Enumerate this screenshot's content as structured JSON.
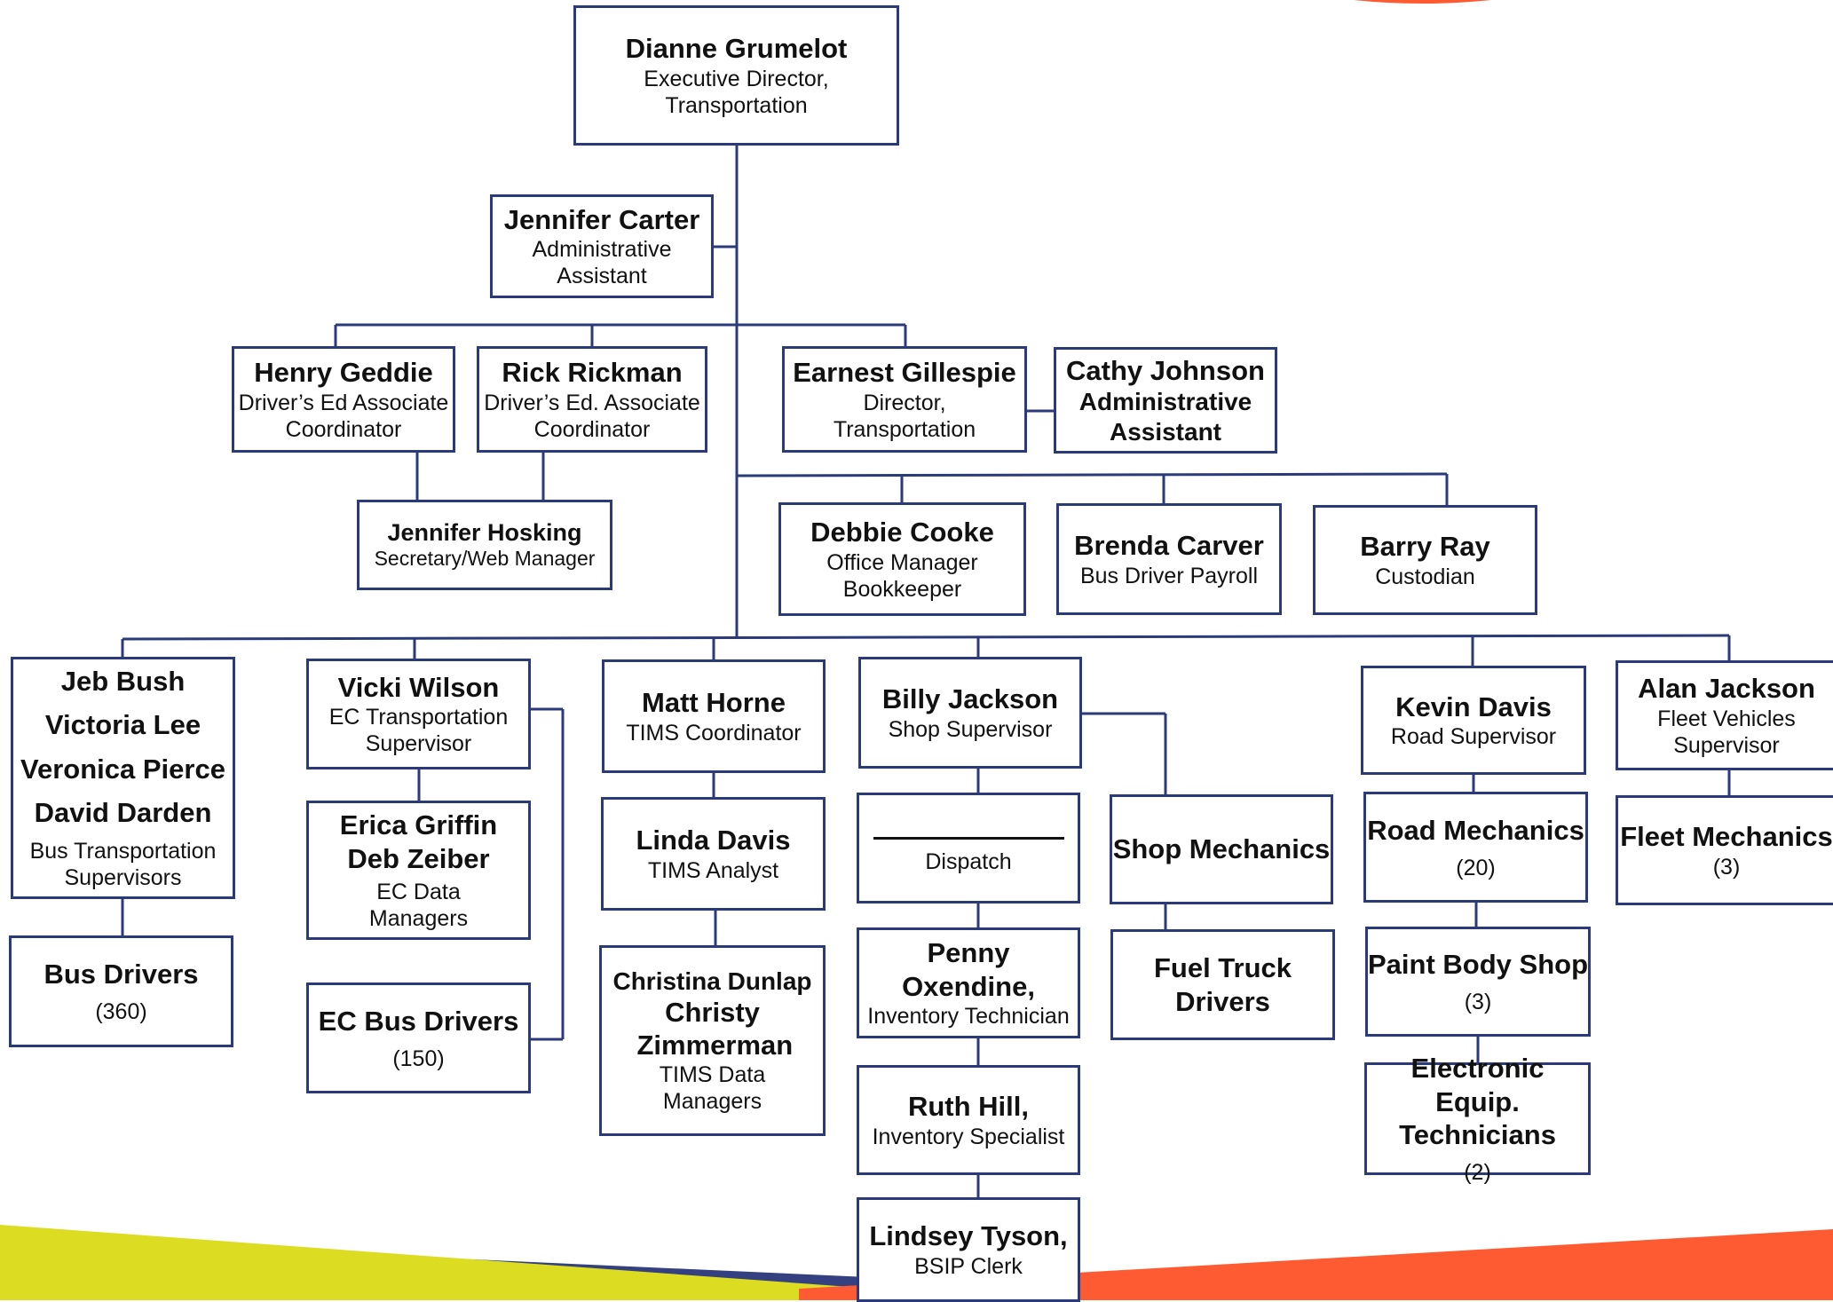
{
  "top": {
    "name": "Dianne Grumelot",
    "title": "Executive Director, Transportation"
  },
  "admin_assistant": {
    "name": "Jennifer Carter",
    "title": "Administrative Assistant"
  },
  "row2": {
    "henry": {
      "name": "Henry Geddie",
      "title1": "Driver’s Ed Associate",
      "title2": "Coordinator"
    },
    "rick": {
      "name": "Rick Rickman",
      "title1": "Driver’s Ed. Associate",
      "title2": "Coordinator"
    },
    "earnest": {
      "name": "Earnest Gillespie",
      "title": "Director, Transportation"
    },
    "cathy": {
      "name": "Cathy Johnson",
      "title": "Administrative Assistant"
    }
  },
  "row3": {
    "jennifer_hosking": {
      "name": "Jennifer Hosking",
      "title": "Secretary/Web Manager"
    },
    "debbie": {
      "name": "Debbie Cooke",
      "title1": "Office Manager",
      "title2": "Bookkeeper"
    },
    "brenda": {
      "name": "Brenda Carver",
      "title": "Bus Driver Payroll"
    },
    "barry": {
      "name": "Barry Ray",
      "title": "Custodian"
    }
  },
  "bus_supervisors": {
    "names": [
      "Jeb Bush",
      "Victoria Lee",
      "Veronica Pierce",
      "David Darden"
    ],
    "title": "Bus Transportation Supervisors"
  },
  "bus_drivers": {
    "label": "Bus Drivers",
    "count": "(360)"
  },
  "vicki": {
    "name": "Vicki Wilson",
    "title": "EC Transportation Supervisor"
  },
  "ec_managers": {
    "name1": "Erica Griffin",
    "name2": "Deb Zeiber",
    "title": "EC Data Managers"
  },
  "ec_bus_drivers": {
    "label": "EC Bus Drivers",
    "count": "(150)"
  },
  "matt": {
    "name": "Matt Horne",
    "title": "TIMS Coordinator"
  },
  "linda": {
    "name": "Linda Davis",
    "title": "TIMS Analyst"
  },
  "tims_managers": {
    "name1": "Christina Dunlap",
    "name2": "Christy Zimmerman",
    "title": "TIMS Data Managers"
  },
  "billy": {
    "name": "Billy Jackson",
    "title": "Shop Supervisor"
  },
  "dispatch": {
    "title": "Dispatch"
  },
  "penny": {
    "name": "Penny Oxendine,",
    "title": "Inventory Technician"
  },
  "ruth": {
    "name": "Ruth Hill,",
    "title": "Inventory Specialist"
  },
  "lindsey": {
    "name": "Lindsey Tyson,",
    "title": "BSIP Clerk"
  },
  "shop_mechanics": {
    "label": "Shop Mechanics"
  },
  "fuel_truck": {
    "label": "Fuel Truck Drivers"
  },
  "kevin": {
    "name": "Kevin Davis",
    "title": "Road Supervisor"
  },
  "road_mechanics": {
    "label": "Road Mechanics",
    "count": "(20)"
  },
  "paint_body": {
    "label": "Paint Body Shop",
    "count": "(3)"
  },
  "electronic": {
    "label": "Electronic Equip. Technicians",
    "count": "(2)"
  },
  "alan": {
    "name": "Alan Jackson",
    "title": "Fleet Vehicles Supervisor"
  },
  "fleet_mechanics": {
    "label": "Fleet Mechanics",
    "count": "(3)"
  },
  "colors": {
    "box_border": "#2b3a7a",
    "line": "#2b3a7a",
    "band_navy": "#34407f",
    "band_yellow": "#dcdd23",
    "band_orange": "#fe5b33"
  }
}
